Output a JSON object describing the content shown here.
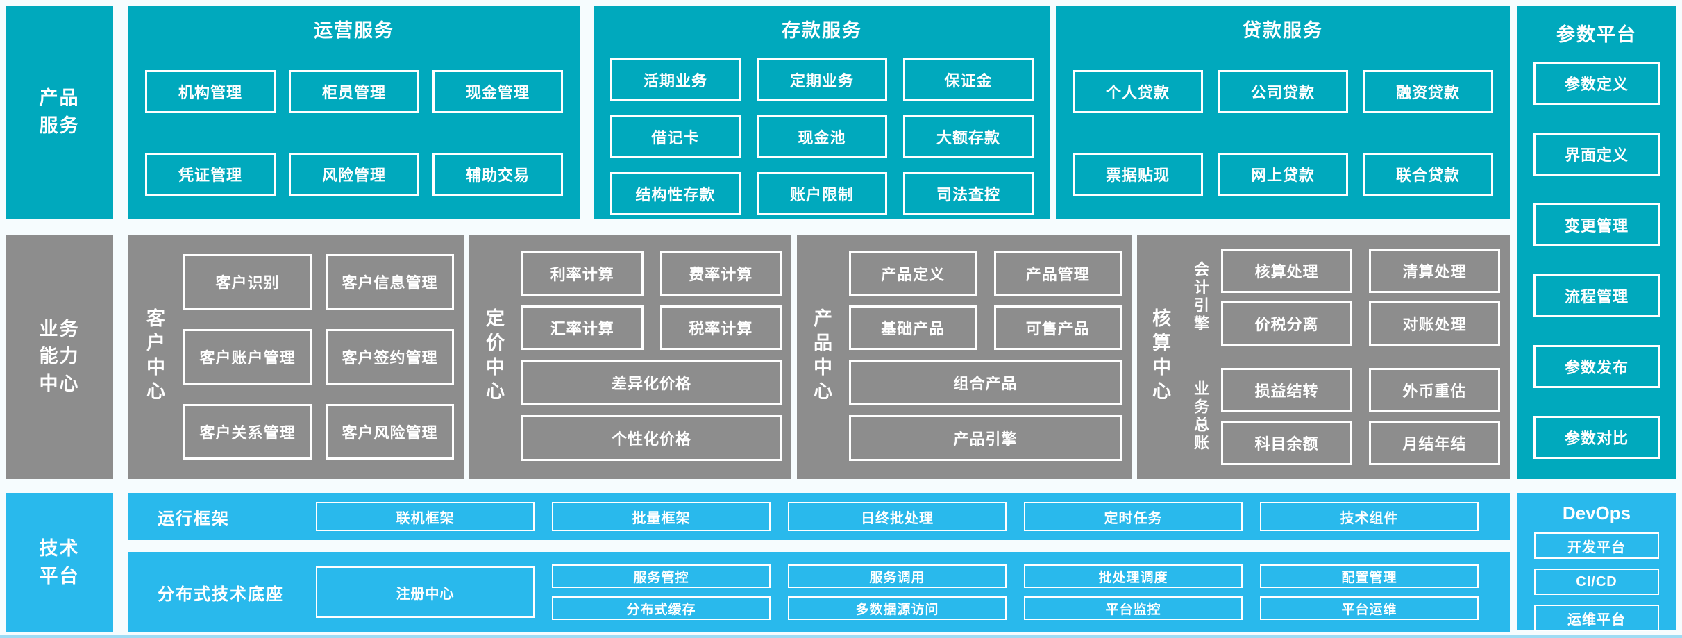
{
  "colors": {
    "teal": "#00a9bd",
    "gray": "#8d8d8d",
    "blue": "#29b9ec",
    "text": "#ffffff",
    "background": "#f6fcfe"
  },
  "side_labels": {
    "products": "产品\n服务",
    "business": "业务\n能力\n中心",
    "tech": "技术\n平台"
  },
  "row1": {
    "operations": {
      "title": "运营服务",
      "buttons": [
        "机构管理",
        "柜员管理",
        "现金管理",
        "凭证管理",
        "风险管理",
        "辅助交易"
      ]
    },
    "deposits": {
      "title": "存款服务",
      "buttons": [
        "活期业务",
        "定期业务",
        "保证金",
        "借记卡",
        "现金池",
        "大额存款",
        "结构性存款",
        "账户限制",
        "司法查控"
      ]
    },
    "loans": {
      "title": "贷款服务",
      "buttons": [
        "个人贷款",
        "公司贷款",
        "融资贷款",
        "票据贴现",
        "网上贷款",
        "联合贷款"
      ]
    }
  },
  "params": {
    "title": "参数平台",
    "buttons": [
      "参数定义",
      "界面定义",
      "变更管理",
      "流程管理",
      "参数发布",
      "参数对比"
    ]
  },
  "row2": {
    "customer": {
      "label": "客户中心",
      "buttons": [
        "客户识别",
        "客户信息管理",
        "客户账户管理",
        "客户签约管理",
        "客户关系管理",
        "客户风险管理"
      ]
    },
    "pricing": {
      "label": "定价中心",
      "small": [
        "利率计算",
        "费率计算",
        "汇率计算",
        "税率计算"
      ],
      "wide": [
        "差异化价格",
        "个性化价格"
      ]
    },
    "product": {
      "label": "产品中心",
      "small": [
        "产品定义",
        "产品管理",
        "基础产品",
        "可售产品"
      ],
      "wide": [
        "组合产品",
        "产品引擎"
      ]
    },
    "accounting": {
      "label": "核算中心",
      "engine": {
        "label": "会计引擎",
        "buttons": [
          "核算处理",
          "清算处理",
          "价税分离",
          "对账处理"
        ]
      },
      "ledger": {
        "label": "业务总账",
        "buttons": [
          "损益结转",
          "外币重估",
          "科目余额",
          "月结年结"
        ]
      }
    }
  },
  "row3": {
    "runtime": {
      "label": "运行框架",
      "buttons": [
        "联机框架",
        "批量框架",
        "日终批处理",
        "定时任务",
        "技术组件"
      ]
    },
    "distributed": {
      "label": "分布式技术底座",
      "registry": "注册中心",
      "buttons": [
        "服务管控",
        "分布式缓存",
        "服务调用",
        "多数据源访问",
        "批处理调度",
        "平台监控",
        "配置管理",
        "平台运维"
      ]
    },
    "devops": {
      "title": "DevOps",
      "buttons": [
        "开发平台",
        "CI/CD",
        "运维平台"
      ]
    }
  }
}
